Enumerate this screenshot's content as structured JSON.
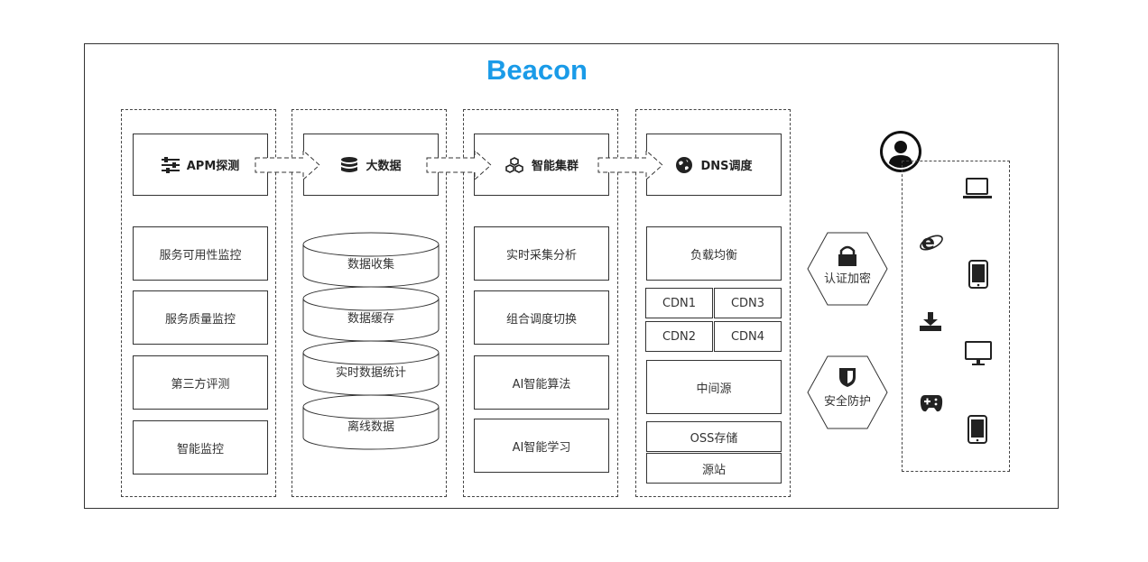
{
  "title": "Beacon",
  "columns": [
    {
      "header": "APM探测",
      "header_icon": "sliders-icon",
      "items": [
        "服务可用性监控",
        "服务质量监控",
        "第三方评测",
        "智能监控"
      ]
    },
    {
      "header": "大数据",
      "header_icon": "database-icon",
      "items": [
        "数据收集",
        "数据缓存",
        "实时数据统计",
        "离线数据"
      ]
    },
    {
      "header": "智能集群",
      "header_icon": "cubes-icon",
      "items": [
        "实时采集分析",
        "组合调度切换",
        "AI智能算法",
        "AI智能学习"
      ]
    },
    {
      "header": "DNS调度",
      "header_icon": "globe-icon",
      "items": [
        "负载均衡",
        "CDN1",
        "CDN3",
        "CDN2",
        "CDN4",
        "中间源",
        "OSS存储",
        "源站"
      ]
    }
  ],
  "security": [
    {
      "label": "认证加密",
      "icon": "lock-icon"
    },
    {
      "label": "安全防护",
      "icon": "shield-icon"
    }
  ],
  "user_icon": "user-avatar-icon",
  "devices": [
    "laptop-icon",
    "ie-browser-icon",
    "tablet-icon",
    "download-icon",
    "monitor-icon",
    "gamepad-icon",
    "tablet-icon"
  ]
}
